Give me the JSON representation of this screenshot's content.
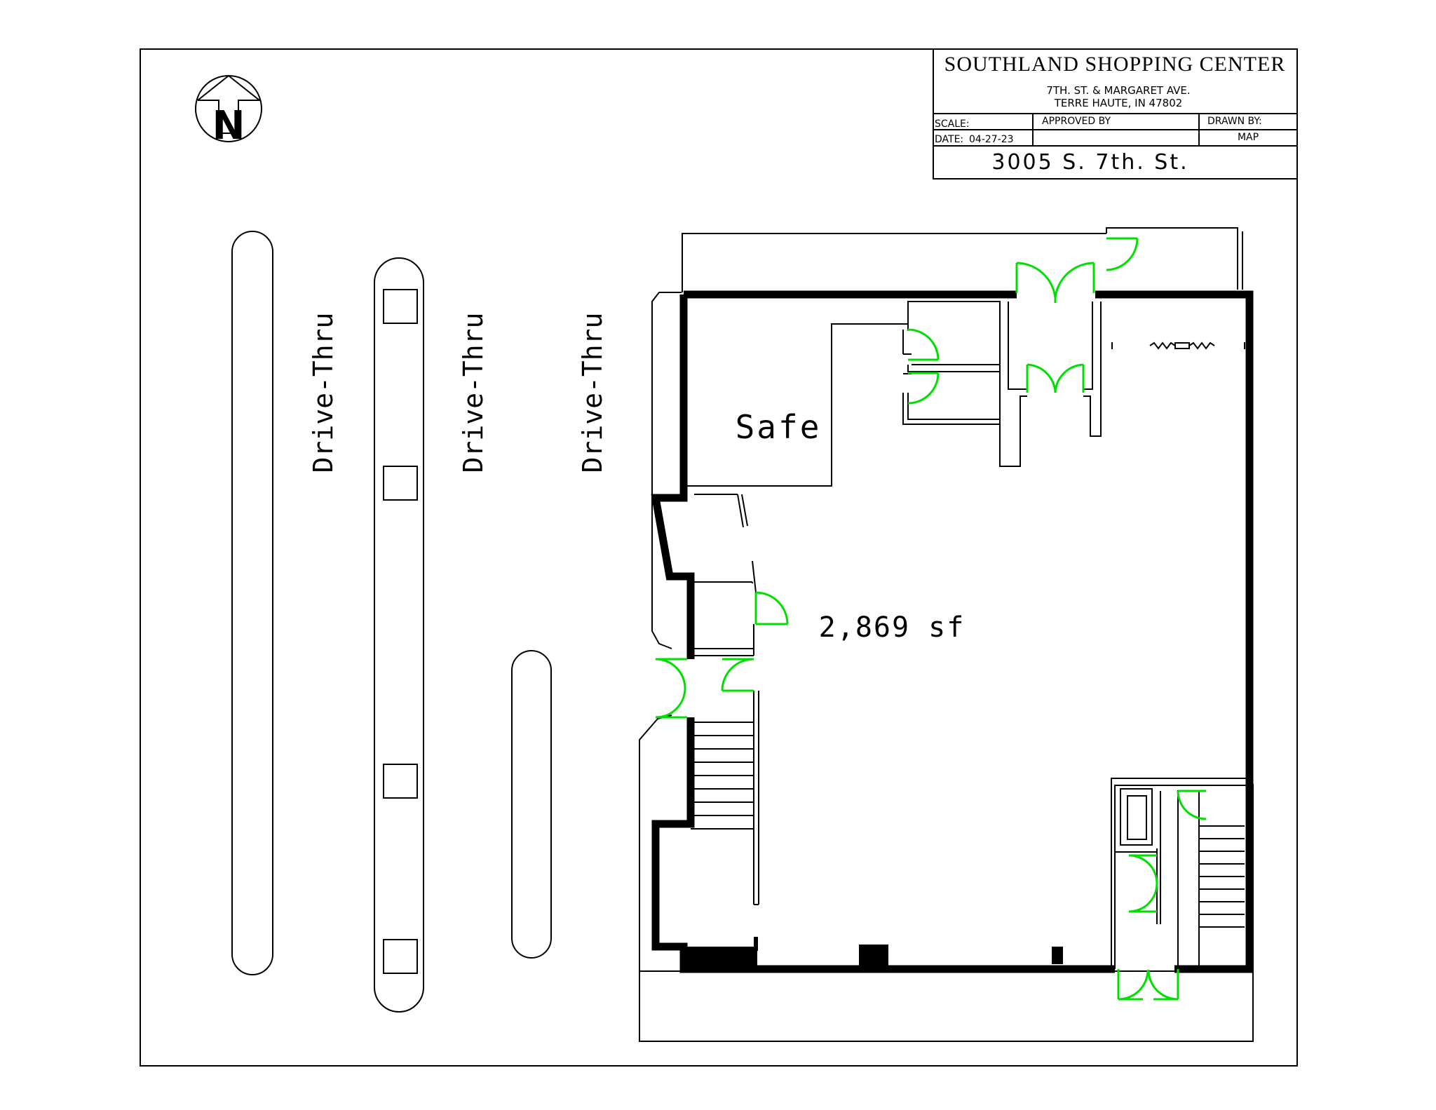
{
  "title_block": {
    "project_name": "SOUTHLAND SHOPPING CENTER",
    "address_line1": "7TH. ST. & MARGARET AVE.",
    "address_line2": "TERRE HAUTE, IN 47802",
    "scale_label": "SCALE:",
    "approved_label": "APPROVED BY",
    "drawn_label": "DRAWN BY:",
    "date_label": "DATE:",
    "date_value": "04-27-23",
    "drawn_value": "MAP",
    "site_address": "3005 S. 7th. St."
  },
  "compass": {
    "letter": "N"
  },
  "lanes": [
    {
      "label": "Drive-Thru"
    },
    {
      "label": "Drive-Thru"
    },
    {
      "label": "Drive-Thru"
    }
  ],
  "rooms": {
    "safe_label": "Safe",
    "area_label": "2,869 sf"
  },
  "colors": {
    "line": "#000000",
    "door": "#00e000",
    "background": "#ffffff"
  }
}
